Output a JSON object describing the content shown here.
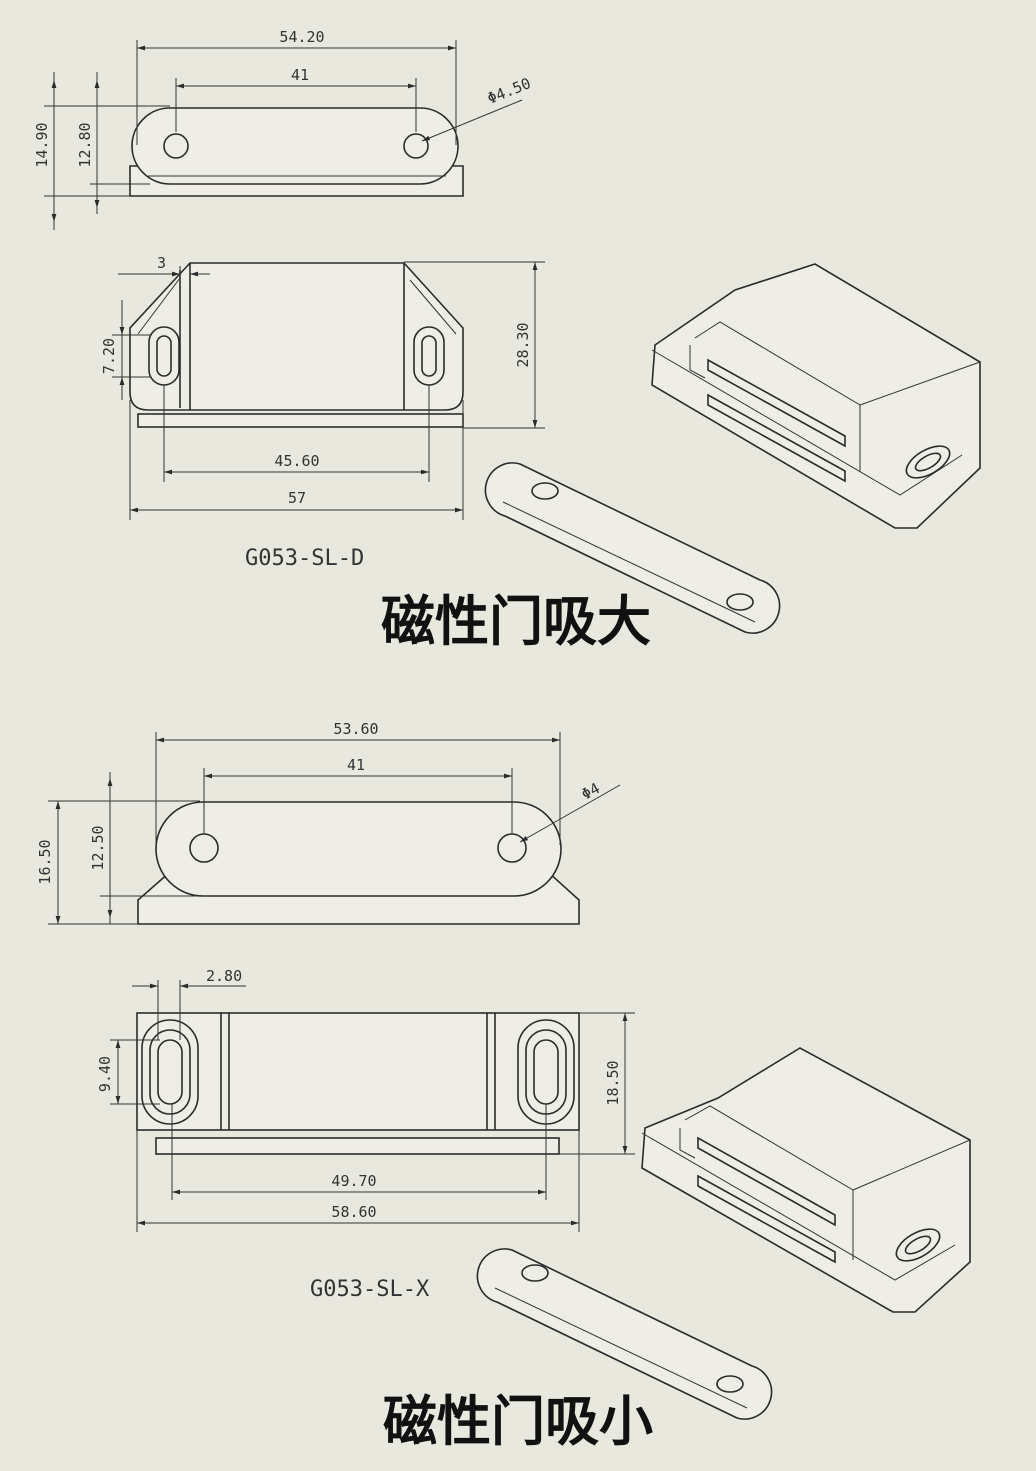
{
  "large": {
    "dims": {
      "overall_width": "54.20",
      "hole_spacing": "41",
      "hole_dia": "Φ4.50",
      "height_outer": "14.90",
      "height_inner": "12.80",
      "wall": "3",
      "slot_len": "7.20",
      "depth": "28.30",
      "slot_spacing": "45.60",
      "base_width": "57"
    },
    "model": "G053-SL-D",
    "caption": "磁性门吸大"
  },
  "small": {
    "dims": {
      "overall_width": "53.60",
      "hole_spacing": "41",
      "hole_dia": "Φ4",
      "height_outer": "16.50",
      "height_inner": "12.50",
      "wall": "2.80",
      "slot_len": "9.40",
      "depth": "18.50",
      "slot_spacing": "49.70",
      "base_width": "58.60"
    },
    "model": "G053-SL-X",
    "caption": "磁性门吸小"
  },
  "colors": {
    "background": "#e9e8df",
    "line": "#2b2b2b",
    "caption": "#111111"
  }
}
